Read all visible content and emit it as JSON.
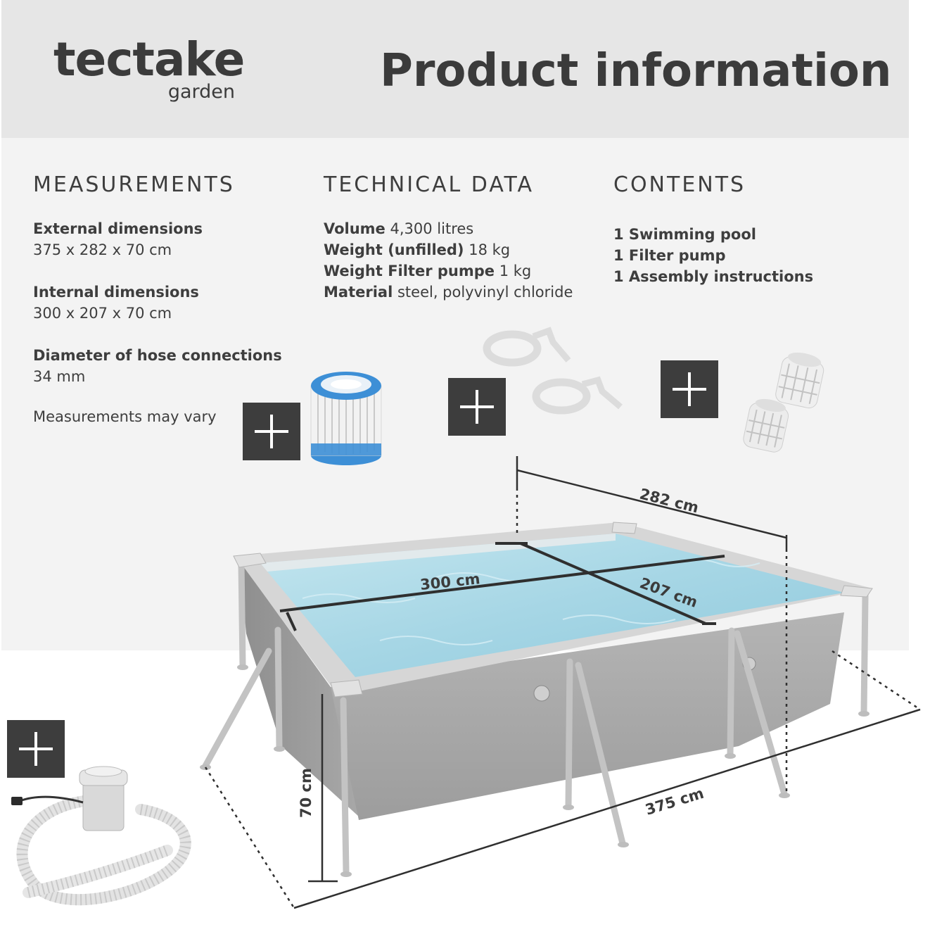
{
  "brand": {
    "name": "tectake",
    "sub": "garden"
  },
  "title": "Product information",
  "measurements": {
    "heading": "MEASUREMENTS",
    "items": [
      {
        "label": "External dimensions",
        "value": "375 x 282 x 70 cm"
      },
      {
        "label": "Internal dimensions",
        "value": "300 x 207 x 70 cm"
      },
      {
        "label": "Diameter of hose connections",
        "value": "34 mm"
      }
    ],
    "note": "Measurements may vary"
  },
  "technical_data": {
    "heading": "TECHNICAL DATA",
    "items": [
      {
        "label": "Volume",
        "value": "4,300 litres"
      },
      {
        "label": "Weight (unfilled)",
        "value": "18 kg"
      },
      {
        "label": "Weight Filter pumpe",
        "value": "1 kg"
      },
      {
        "label": "Material",
        "value": "steel, polyvinyl chloride"
      }
    ]
  },
  "contents": {
    "heading": "CONTENTS",
    "items": [
      "1 Swimming pool",
      "1 Filter pump",
      "1 Assembly instructions"
    ]
  },
  "diagram_labels": {
    "depth": "282 cm",
    "inner_length": "300 cm",
    "inner_width": "207 cm",
    "height": "70 cm",
    "length": "375 cm"
  },
  "colors": {
    "header_band": "#e6e6e6",
    "body_band": "#f3f3f3",
    "plus_box": "#3d3d3d",
    "water": "#a9d8e6",
    "pool_wall": "#a6a6a6",
    "filter_blue": "#3d8fd6"
  }
}
